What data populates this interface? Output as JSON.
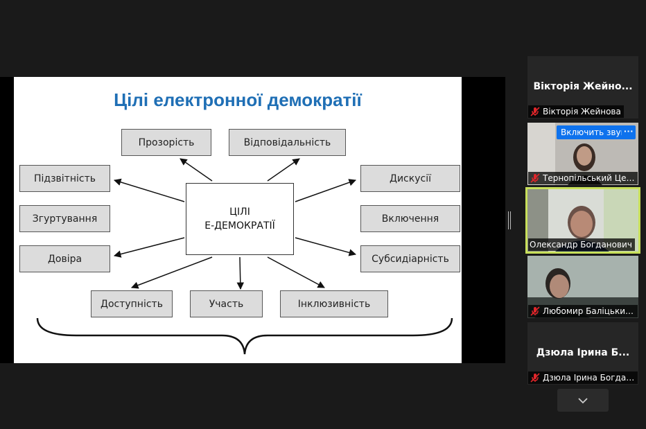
{
  "slide": {
    "title": "Цілі електронної демократії",
    "center": {
      "line1": "ЦІЛІ",
      "line2": "Е-ДЕМОКРАТІЇ"
    },
    "goals": {
      "top_left": "Прозорість",
      "top_right": "Відповідальність",
      "left_1": "Підзвітність",
      "left_2": "Згуртування",
      "left_3": "Довіра",
      "right_1": "Дискусії",
      "right_2": "Включення",
      "right_3": "Субсидіарність",
      "bottom_1": "Доступність",
      "bottom_2": "Участь",
      "bottom_3": "Інклюзивність"
    }
  },
  "participants": [
    {
      "big_name": "Вікторія Жейно...",
      "label": "Вікторія Жейнова",
      "muted": true,
      "video": false
    },
    {
      "label": "Тернопільський Цен...",
      "muted": true,
      "video": true,
      "unmute_button": "Включить звук",
      "more_button": "···"
    },
    {
      "label": "Олександр Богданович",
      "muted": false,
      "video": true,
      "active_speaker": true
    },
    {
      "label": "Любомир Баліцький ...",
      "muted": true,
      "video": true
    },
    {
      "big_name": "Дзюла Ірина Б...",
      "label": "Дзюла Ірина Богдані...",
      "muted": true,
      "video": false
    }
  ],
  "colors": {
    "title_blue": "#1f6fb5",
    "accent_blue": "#0e72ed",
    "active_border": "#c8e05a",
    "mute_red": "#e0262a"
  },
  "icons": {
    "muted": "mic-muted-icon",
    "scroll": "chevron-down-icon"
  }
}
